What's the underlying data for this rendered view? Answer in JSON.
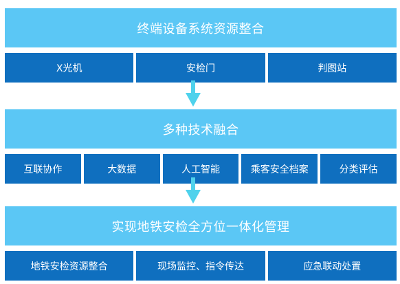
{
  "block1": {
    "title": "终端设备系统资源整合",
    "items": [
      "X光机",
      "安检门",
      "判图站"
    ]
  },
  "block2": {
    "title": "多种技术融合",
    "items": [
      "互联协作",
      "大数据",
      "人工智能",
      "乘客安全档案",
      "分类评估"
    ]
  },
  "block3": {
    "title": "实现地铁安检全方位一体化管理",
    "items": [
      "地铁安检资源整合",
      "现场监控、指令传达",
      "应急联动处置"
    ]
  },
  "colors": {
    "header": "#5bc7f5",
    "cell": "#0f6fbf",
    "arrow": "#4fd2ec"
  }
}
